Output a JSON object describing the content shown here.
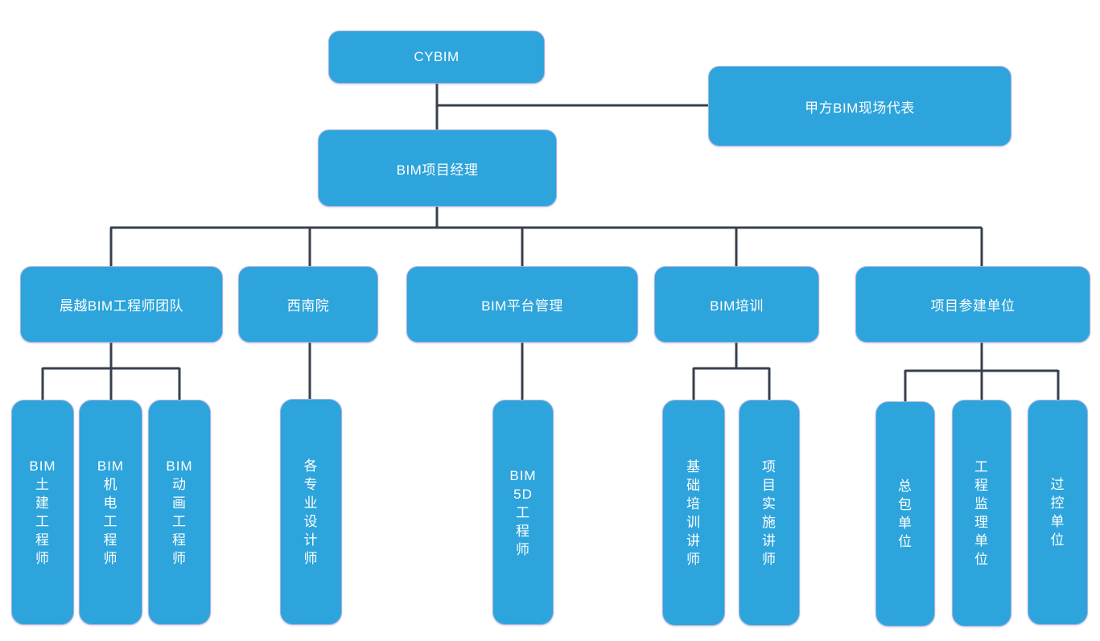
{
  "diagram": {
    "title": "BIM project organization chart",
    "colors": {
      "box_fill": "#2da4db",
      "box_border": "#a3b0de",
      "connector": "#37404e",
      "label_text": "#ffffff",
      "background": "#ffffff"
    },
    "nodes": {
      "root": {
        "label": "CYBIM"
      },
      "site_rep": {
        "label": "甲方BIM现场代表"
      },
      "manager": {
        "label": "BIM项目经理"
      },
      "team": {
        "label": "晨越BIM工程师团队"
      },
      "southwest": {
        "label": "西南院"
      },
      "platform": {
        "label": "BIM平台管理"
      },
      "training": {
        "label": "BIM培训"
      },
      "participants": {
        "label": "项目参建单位"
      },
      "civil_engineer": {
        "label": "BIM\n土\n建\n工\n程\n师"
      },
      "mep_engineer": {
        "label": "BIM\n机\n电\n工\n程\n师"
      },
      "anim_engineer": {
        "label": "BIM\n动\n画\n工\n程\n师"
      },
      "designers": {
        "label": "各\n专\n业\n设\n计\n师"
      },
      "bim5d_engineer": {
        "label": "BIM\n5D\n工\n程\n师"
      },
      "basic_trainer": {
        "label": "基\n础\n培\n训\n讲\n师"
      },
      "impl_trainer": {
        "label": "项\n目\n实\n施\n讲\n师"
      },
      "general_contractor": {
        "label": "总\n包\n单\n位"
      },
      "supervision_unit": {
        "label": "工\n程\n监\n理\n单\n位"
      },
      "process_control_unit": {
        "label": "过\n控\n单\n位"
      }
    }
  }
}
